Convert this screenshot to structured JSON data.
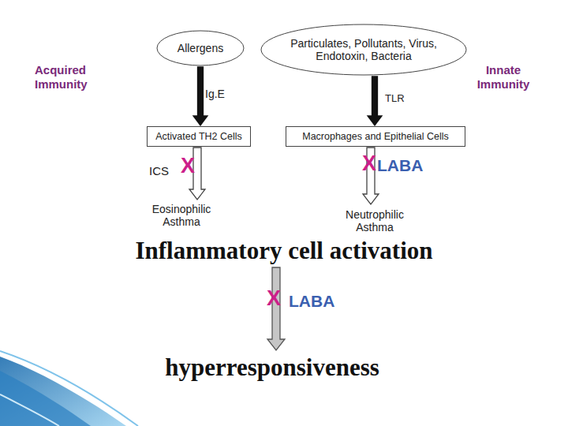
{
  "diagram": {
    "nodes": [
      {
        "text": [
          "Allergens"
        ]
      },
      {
        "text": [
          "Particulates, Pollutants, Virus, Endotoxin, Bacteria"
        ]
      },
      {
        "text": [
          "Activated TH2 Cells"
        ]
      },
      {
        "text": [
          "Macrophages and Epithelial Cells"
        ]
      },
      {
        "text": [
          "Eosinophilic Asthma"
        ]
      },
      {
        "text": [
          "Neutrophilic Asthma"
        ]
      },
      {
        "text": [
          "Inflammatory cell activation"
        ]
      },
      {
        "text": [
          "hyperresponsiveness"
        ]
      }
    ],
    "edges": [
      {
        "from": 0,
        "to": 2,
        "label": "Ig.E",
        "arrow": "to"
      },
      {
        "from": 1,
        "to": 3,
        "label": "TLR",
        "arrow": "to"
      },
      {
        "from": 2,
        "to": 4,
        "label": "X",
        "arrow": "to"
      },
      {
        "from": 3,
        "to": 5,
        "label": "X",
        "arrow": "to"
      },
      {
        "from": 6,
        "to": 7,
        "label": "X",
        "arrow": "to"
      }
    ],
    "labels": [
      "Acquired Immunity",
      "Innate Immunity",
      "ICS",
      "LABA",
      "LABA"
    ]
  }
}
